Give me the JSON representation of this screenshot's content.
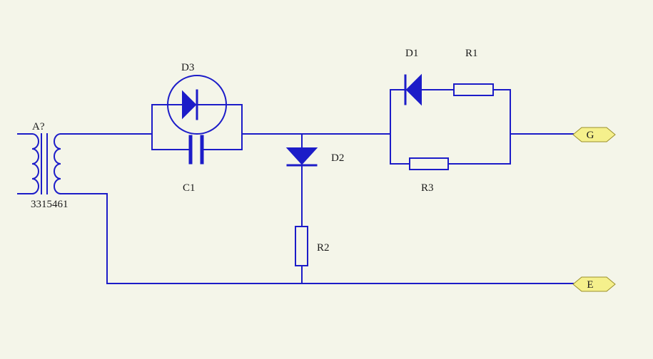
{
  "colors": {
    "background": "#f4f5e9",
    "wire": "#1c1cc8",
    "port_fill": "#f5f08c",
    "port_stroke": "#9a8f2a",
    "label": "#1a1a1a"
  },
  "components": {
    "transformer": {
      "designator": "A?",
      "value": "3315461"
    },
    "d3": {
      "designator": "D3"
    },
    "c1": {
      "designator": "C1"
    },
    "d2": {
      "designator": "D2"
    },
    "r2": {
      "designator": "R2"
    },
    "d1": {
      "designator": "D1"
    },
    "r1": {
      "designator": "R1"
    },
    "r3": {
      "designator": "R3"
    }
  },
  "ports": {
    "g": {
      "label": "G"
    },
    "e": {
      "label": "E"
    }
  }
}
